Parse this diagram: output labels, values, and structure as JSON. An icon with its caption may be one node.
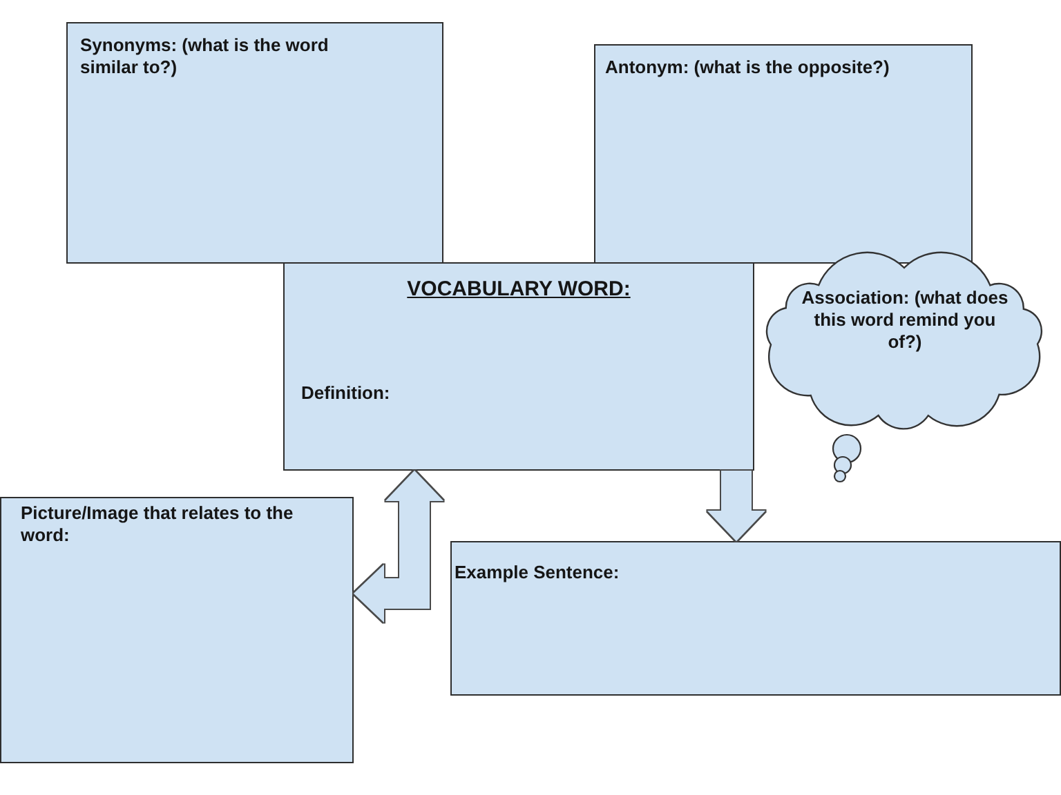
{
  "diagram": {
    "nodes": [
      {
        "text": [
          "Synonyms: (what is the word similar to?)"
        ]
      },
      {
        "text": [
          "Antonym: (what is the opposite?)"
        ]
      },
      {
        "text": [
          "VOCABULARY WORD:",
          "Definition:"
        ]
      },
      {
        "text": [
          "Association: (what does this word remind you of?)"
        ]
      },
      {
        "text": [
          "Picture/Image that relates to the word:"
        ]
      },
      {
        "text": [
          "Example Sentence:"
        ]
      }
    ],
    "edges": [
      {
        "from": 2,
        "to": 4,
        "arrow": "both"
      },
      {
        "from": 2,
        "to": 5,
        "arrow": "to"
      }
    ]
  }
}
